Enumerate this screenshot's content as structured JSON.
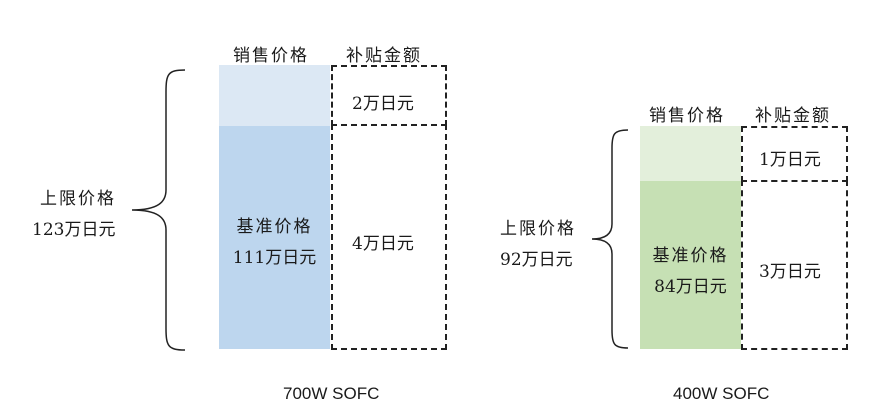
{
  "left": {
    "header_sales_price": "销售价格",
    "header_subsidy": "补贴金额",
    "upper_limit_label": "上限价格",
    "upper_limit_value": "123万日元",
    "base_label": "基准价格",
    "base_value": "111万日元",
    "subsidy_top": "2万日元",
    "subsidy_bottom": "4万日元",
    "caption": "700W SOFC",
    "colors": {
      "light": "#dce8f4",
      "main": "#bdd6ee"
    }
  },
  "right": {
    "header_sales_price": "销售价格",
    "header_subsidy": "补贴金额",
    "upper_limit_label": "上限价格",
    "upper_limit_value": "92万日元",
    "base_label": "基准价格",
    "base_value": "84万日元",
    "subsidy_top": "1万日元",
    "subsidy_bottom": "3万日元",
    "caption": "400W SOFC",
    "colors": {
      "light": "#e3efdb",
      "main": "#c6e0b4"
    }
  }
}
